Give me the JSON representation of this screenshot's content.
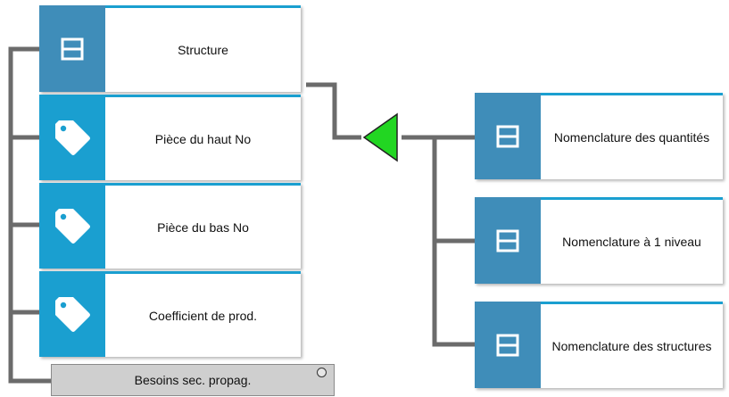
{
  "left_group": {
    "items": [
      {
        "label": "Structure",
        "icon": "table-icon"
      },
      {
        "label": "Pièce du haut No",
        "icon": "tag-icon"
      },
      {
        "label": "Pièce du bas No",
        "icon": "tag-icon"
      },
      {
        "label": "Coefficient de prod.",
        "icon": "tag-icon"
      }
    ],
    "badge_label": "Besoins sec. propag."
  },
  "right_group": {
    "items": [
      {
        "label": "Nomenclature des quantités",
        "icon": "table-icon"
      },
      {
        "label": "Nomenclature à 1 niveau",
        "icon": "table-icon"
      },
      {
        "label": "Nomenclature des structures",
        "icon": "table-icon"
      }
    ]
  },
  "colors": {
    "struct_icon_bg": "#3f8db9",
    "tag_icon_bg": "#1a9fd0",
    "connector": "#6b6b6b",
    "arrow": "#22d622"
  }
}
